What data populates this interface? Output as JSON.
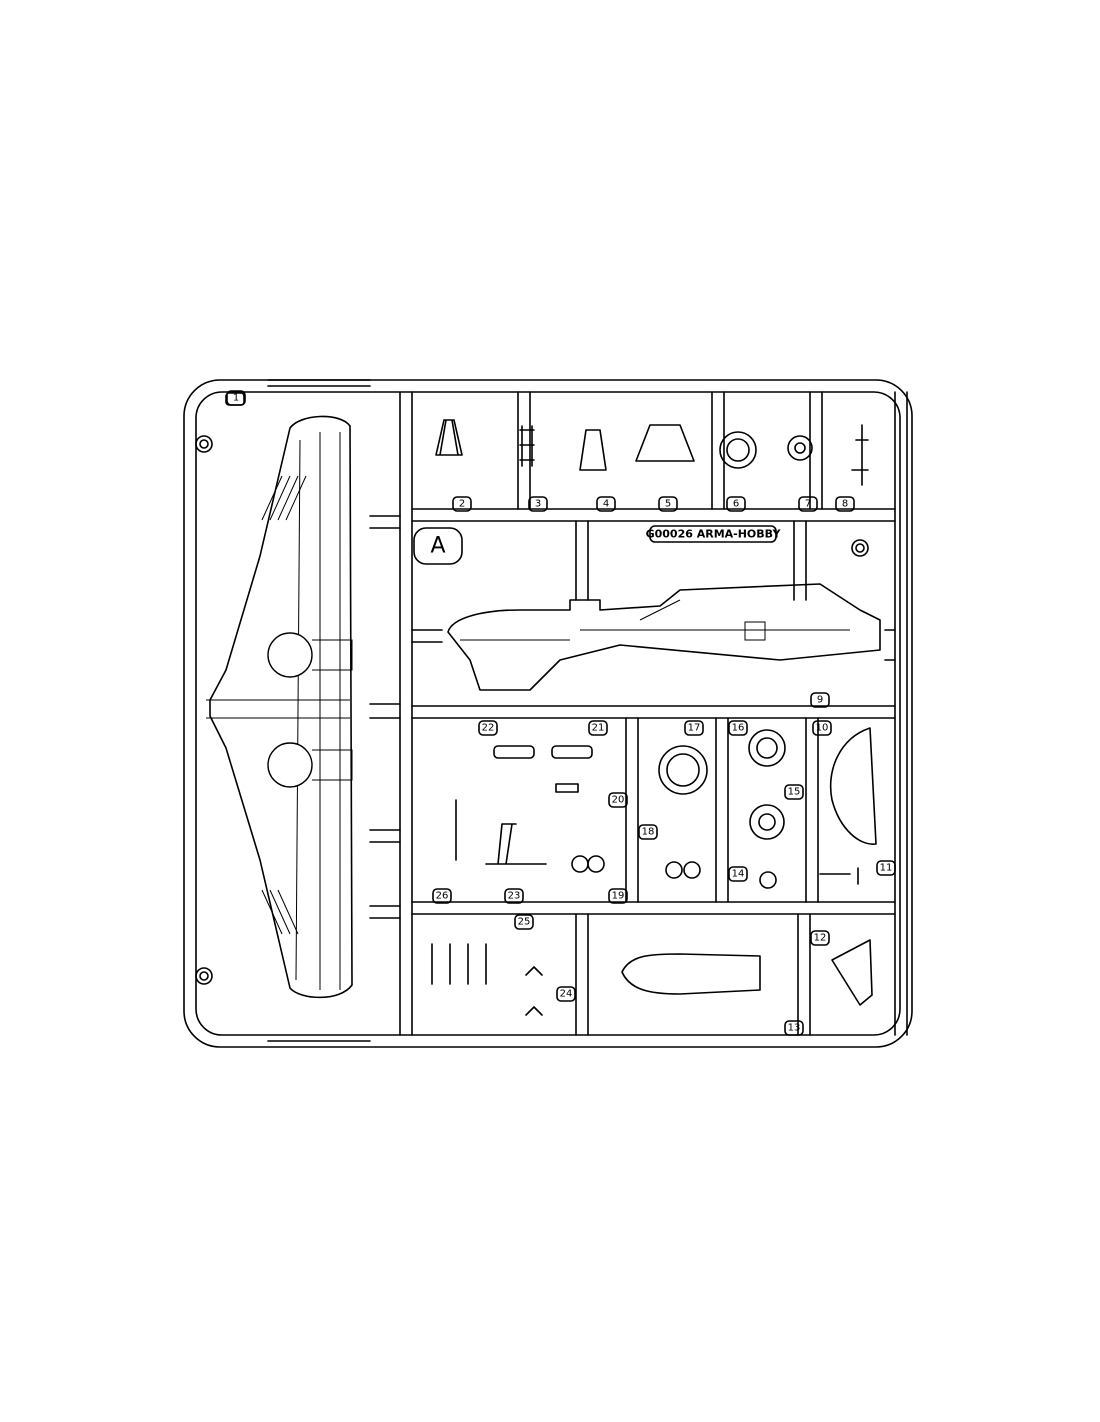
{
  "sprue": {
    "letter": "A",
    "label": "G00026 ARMA-HOBBY",
    "parts": [
      "1",
      "2",
      "3",
      "4",
      "5",
      "6",
      "7",
      "8",
      "9",
      "10",
      "11",
      "12",
      "13",
      "14",
      "15",
      "16",
      "17",
      "18",
      "19",
      "20",
      "21",
      "22",
      "23",
      "24",
      "25",
      "26"
    ]
  }
}
